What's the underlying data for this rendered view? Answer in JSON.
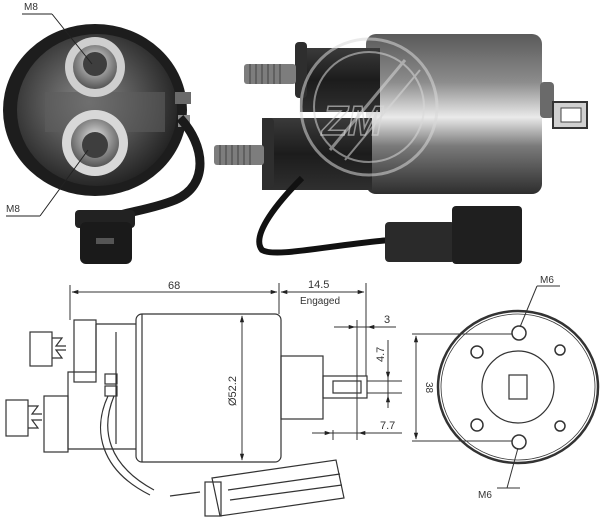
{
  "photos": {
    "end_view": {
      "terminal_top_label": "M8",
      "terminal_bottom_label": "M8"
    },
    "side_view": {
      "watermark": "ZM"
    }
  },
  "drawing": {
    "dimensions": {
      "body_length": "68",
      "plunger_travel": "14.5",
      "plunger_travel_note": "Engaged",
      "body_diameter": "Ø52.2",
      "slot_width": "3",
      "slot_height": "4.7",
      "slot_offset": "7.7",
      "mount_hole_spacing": "38"
    },
    "end_face": {
      "hole_top_label": "M6",
      "hole_bottom_label": "M6"
    }
  },
  "colors": {
    "line": "#333333",
    "body_dark": "#3a3a3a",
    "body_mid": "#6a6a6a",
    "body_light": "#cfcfcf"
  }
}
